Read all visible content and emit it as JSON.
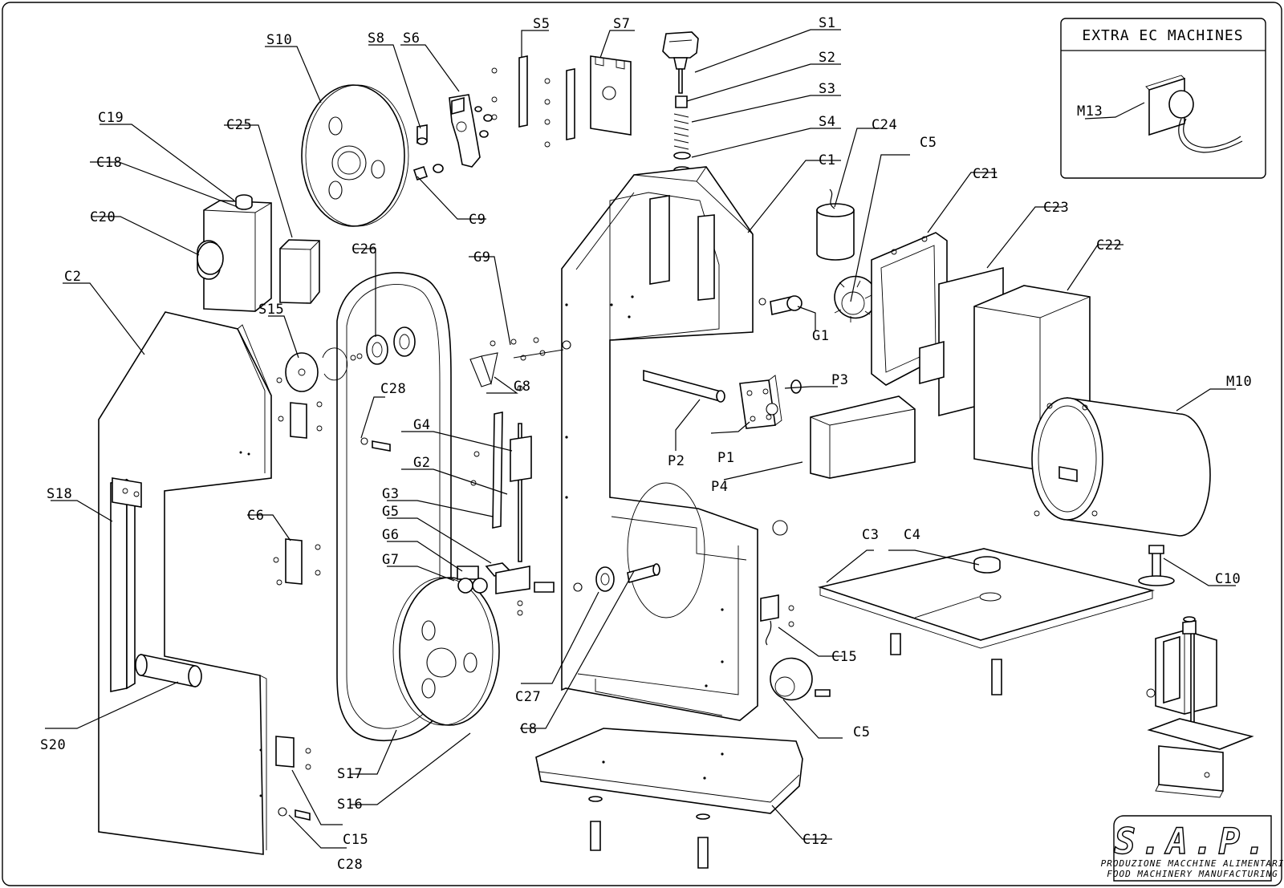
{
  "inset": {
    "title": "EXTRA EC MACHINES",
    "label": "M13"
  },
  "brand": {
    "name": "S.A.P.",
    "line1": "PRODUZIONE MACCHINE ALIMENTARI",
    "line2": "FOOD MACHINERY MANUFACTURING"
  },
  "labels": {
    "S1": "S1",
    "S2": "S2",
    "S3": "S3",
    "S4": "S4",
    "S5": "S5",
    "S6": "S6",
    "S7": "S7",
    "S8": "S8",
    "S10": "S10",
    "S15": "S15",
    "S16": "S16",
    "S17": "S17",
    "S18": "S18",
    "S20": "S20",
    "C1": "C1",
    "C2": "C2",
    "C3": "C3",
    "C4": "C4",
    "C5a": "C5",
    "C5b": "C5",
    "C6": "C6",
    "C8": "C8",
    "C9": "C9",
    "C10": "C10",
    "C12": "C12",
    "C15a": "C15",
    "C15b": "C15",
    "C18": "C18",
    "C19": "C19",
    "C20": "C20",
    "C21": "C21",
    "C22": "C22",
    "C23": "C23",
    "C24": "C24",
    "C25": "C25",
    "C26": "C26",
    "C27": "C27",
    "C28a": "C28",
    "C28b": "C28",
    "G1": "G1",
    "G2": "G2",
    "G3": "G3",
    "G4": "G4",
    "G5": "G5",
    "G6": "G6",
    "G7": "G7",
    "G8": "G8",
    "G9": "G9",
    "P1": "P1",
    "P2": "P2",
    "P3": "P3",
    "P4": "P4",
    "M10": "M10"
  }
}
